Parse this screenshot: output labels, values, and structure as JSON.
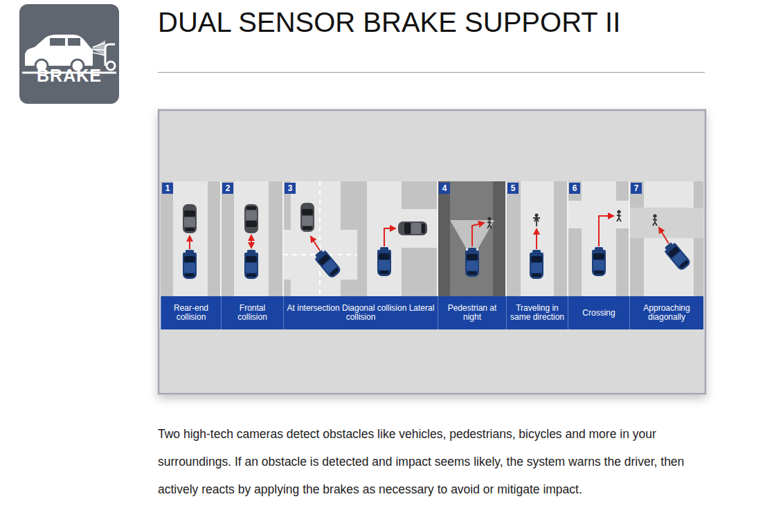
{
  "diagram": {
    "title": "DUAL SENSOR BRAKE SUPPORT II",
    "nodes": [
      {
        "text": [
          "BRAKE"
        ]
      },
      {
        "text": [
          "1"
        ]
      },
      {
        "text": [
          "2"
        ]
      },
      {
        "text": [
          "3"
        ]
      },
      {
        "text": [
          "4"
        ]
      },
      {
        "text": [
          "5"
        ]
      },
      {
        "text": [
          "6"
        ]
      },
      {
        "text": [
          "7"
        ]
      },
      {
        "text": [
          "Rear-end collision"
        ]
      },
      {
        "text": [
          "Frontal collision"
        ]
      },
      {
        "text": [
          "At intersection Diagonal collision Lateral collision"
        ]
      },
      {
        "text": [
          "Pedestrian at night"
        ]
      },
      {
        "text": [
          "Traveling in same direction"
        ]
      },
      {
        "text": [
          "Crossing"
        ]
      },
      {
        "text": [
          "Approaching diagonally"
        ]
      }
    ],
    "labels": [
      "Two high-tech cameras detect obstacles like vehicles, pedestrians, bicycles and more in your surroundings. If an obstacle is detected and impact seems likely, the system warns the driver, then actively reacts by applying the brakes as necessary to avoid or mitigate impact."
    ]
  }
}
